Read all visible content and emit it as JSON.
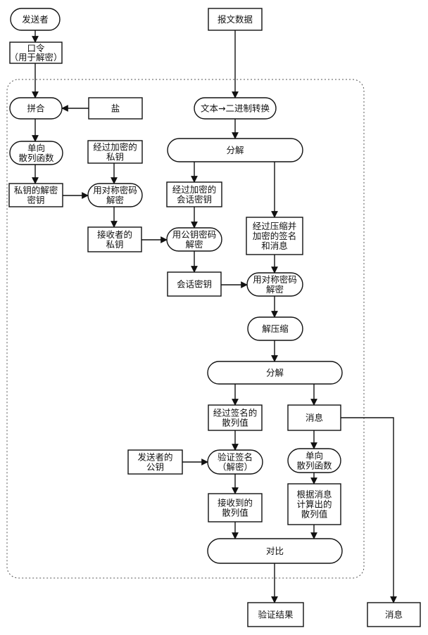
{
  "nodes": {
    "sender": [
      "发送者"
    ],
    "password": [
      "口令",
      "（用于解密）"
    ],
    "message_data": [
      "报文数据"
    ],
    "combine": [
      "拼合"
    ],
    "salt": [
      "盐"
    ],
    "text_to_binary": [
      "文本→二进制转换"
    ],
    "hash_fn_1": [
      "单向",
      "散列函数"
    ],
    "encrypted_private_key": [
      "经过加密的",
      "私钥"
    ],
    "split_1": [
      "分解"
    ],
    "private_key_decrypt_key": [
      "私钥的解密",
      "密钥"
    ],
    "symmetric_decrypt_1": [
      "用对称密码",
      "解密"
    ],
    "encrypted_session_key": [
      "经过加密的",
      "会话密钥"
    ],
    "compressed_signed": [
      "经过压缩并",
      "加密的签名",
      "和消息"
    ],
    "receiver_private_key": [
      "接收者的",
      "私钥"
    ],
    "public_key_decrypt": [
      "用公钥密码",
      "解密"
    ],
    "session_key": [
      "会话密钥"
    ],
    "symmetric_decrypt_2": [
      "用对称密码",
      "解密"
    ],
    "decompress": [
      "解压缩"
    ],
    "split_2": [
      "分解"
    ],
    "signed_hash": [
      "经过签名的",
      "散列值"
    ],
    "message_inner": [
      "消息"
    ],
    "sender_public_key": [
      "发送者的",
      "公钥"
    ],
    "verify_signature": [
      "验证签名",
      "（解密）"
    ],
    "hash_fn_2": [
      "单向",
      "散列函数"
    ],
    "received_hash": [
      "接收到的",
      "散列值"
    ],
    "computed_hash": [
      "根据消息",
      "计算出的",
      "散列值"
    ],
    "compare": [
      "对比"
    ],
    "verify_result": [
      "验证结果"
    ],
    "message_out": [
      "消息"
    ]
  }
}
